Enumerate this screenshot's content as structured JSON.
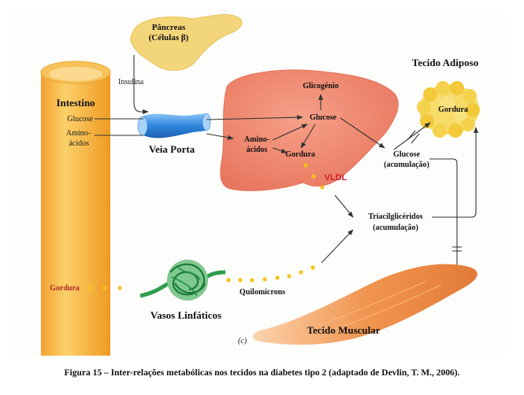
{
  "labels": {
    "pancreas": "Pâncreas",
    "beta_cells": "(Células β)",
    "insulina": "Insulina",
    "intestino": "Intestino",
    "glucose_intestine": "Glucose",
    "amino_intestine_1": "Amino-",
    "amino_intestine_2": "ácidos",
    "veia_porta": "Veia Porta",
    "glicogenio": "Glicogénio",
    "glucose_liver": "Glucose",
    "amino_liver_1": "Amino-",
    "amino_liver_2": "ácidos",
    "gordura_liver": "Gordura",
    "vldl": "VLDL",
    "glucose_accum_1": "Glucose",
    "glucose_accum_2": "(acumulação)",
    "tecido_adiposo": "Tecido Adiposo",
    "gordura_adipose": "Gordura",
    "tag_1": "Triacilglicéridos",
    "tag_2": "(acumulação)",
    "gordura_lymph": "Gordura",
    "quilomicrons": "Quilomicrons",
    "vasos_linfaticos": "Vasos Linfáticos",
    "tecido_muscular": "Tecido Muscular",
    "panel": "(c)"
  },
  "caption": "Figura 15 – Inter-relações metabólicas nos tecidos na diabetes tipo 2 (adaptado de Devlin, T. M., 2006).",
  "colors": {
    "pancreas": "#f4d67a",
    "intestine": "#f7b640",
    "portal_vein": "#3d8ee0",
    "liver": "#f08a6f",
    "adipose": "#f6d24a",
    "lymph": "#2e9e4c",
    "muscle": "#f29a58",
    "vldl_text": "#c8202a",
    "dots": "#f3c51c"
  }
}
